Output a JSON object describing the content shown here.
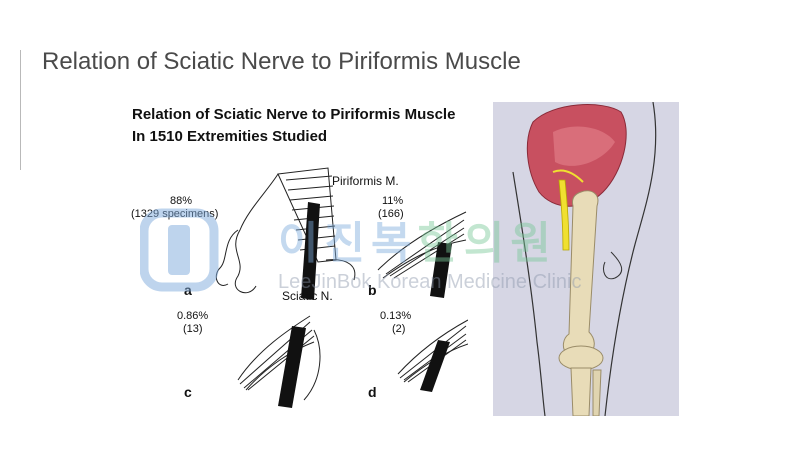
{
  "slide": {
    "title": "Relation of Sciatic Nerve to Piriformis Muscle"
  },
  "figure": {
    "title_line1": "Relation of Sciatic Nerve to Piriformis Muscle",
    "title_line2": "In 1510 Extremities Studied",
    "labels": {
      "piriformis": "Piriformis M.",
      "sciatic": "Sciatic N."
    },
    "panels": [
      {
        "letter": "a",
        "percent": "88%",
        "count": "(1329 specimens)"
      },
      {
        "letter": "b",
        "percent": "11%",
        "count": "(166)"
      },
      {
        "letter": "c",
        "percent": "0.86%",
        "count": "(13)"
      },
      {
        "letter": "d",
        "percent": "0.13%",
        "count": "(2)"
      }
    ]
  },
  "watermark": {
    "korean_part1": "이진복",
    "korean_part2": "한의원",
    "english": "LeeJinBok Korean Medicine Clinic"
  },
  "colors": {
    "title_text": "#4a4a4a",
    "accent_line": "#b9b9b9",
    "anatomy_bg": "#d6d6e4",
    "nerve": "#f0e030",
    "pelvis_muscle": "#c85060",
    "bone": "#e8dcb8"
  }
}
